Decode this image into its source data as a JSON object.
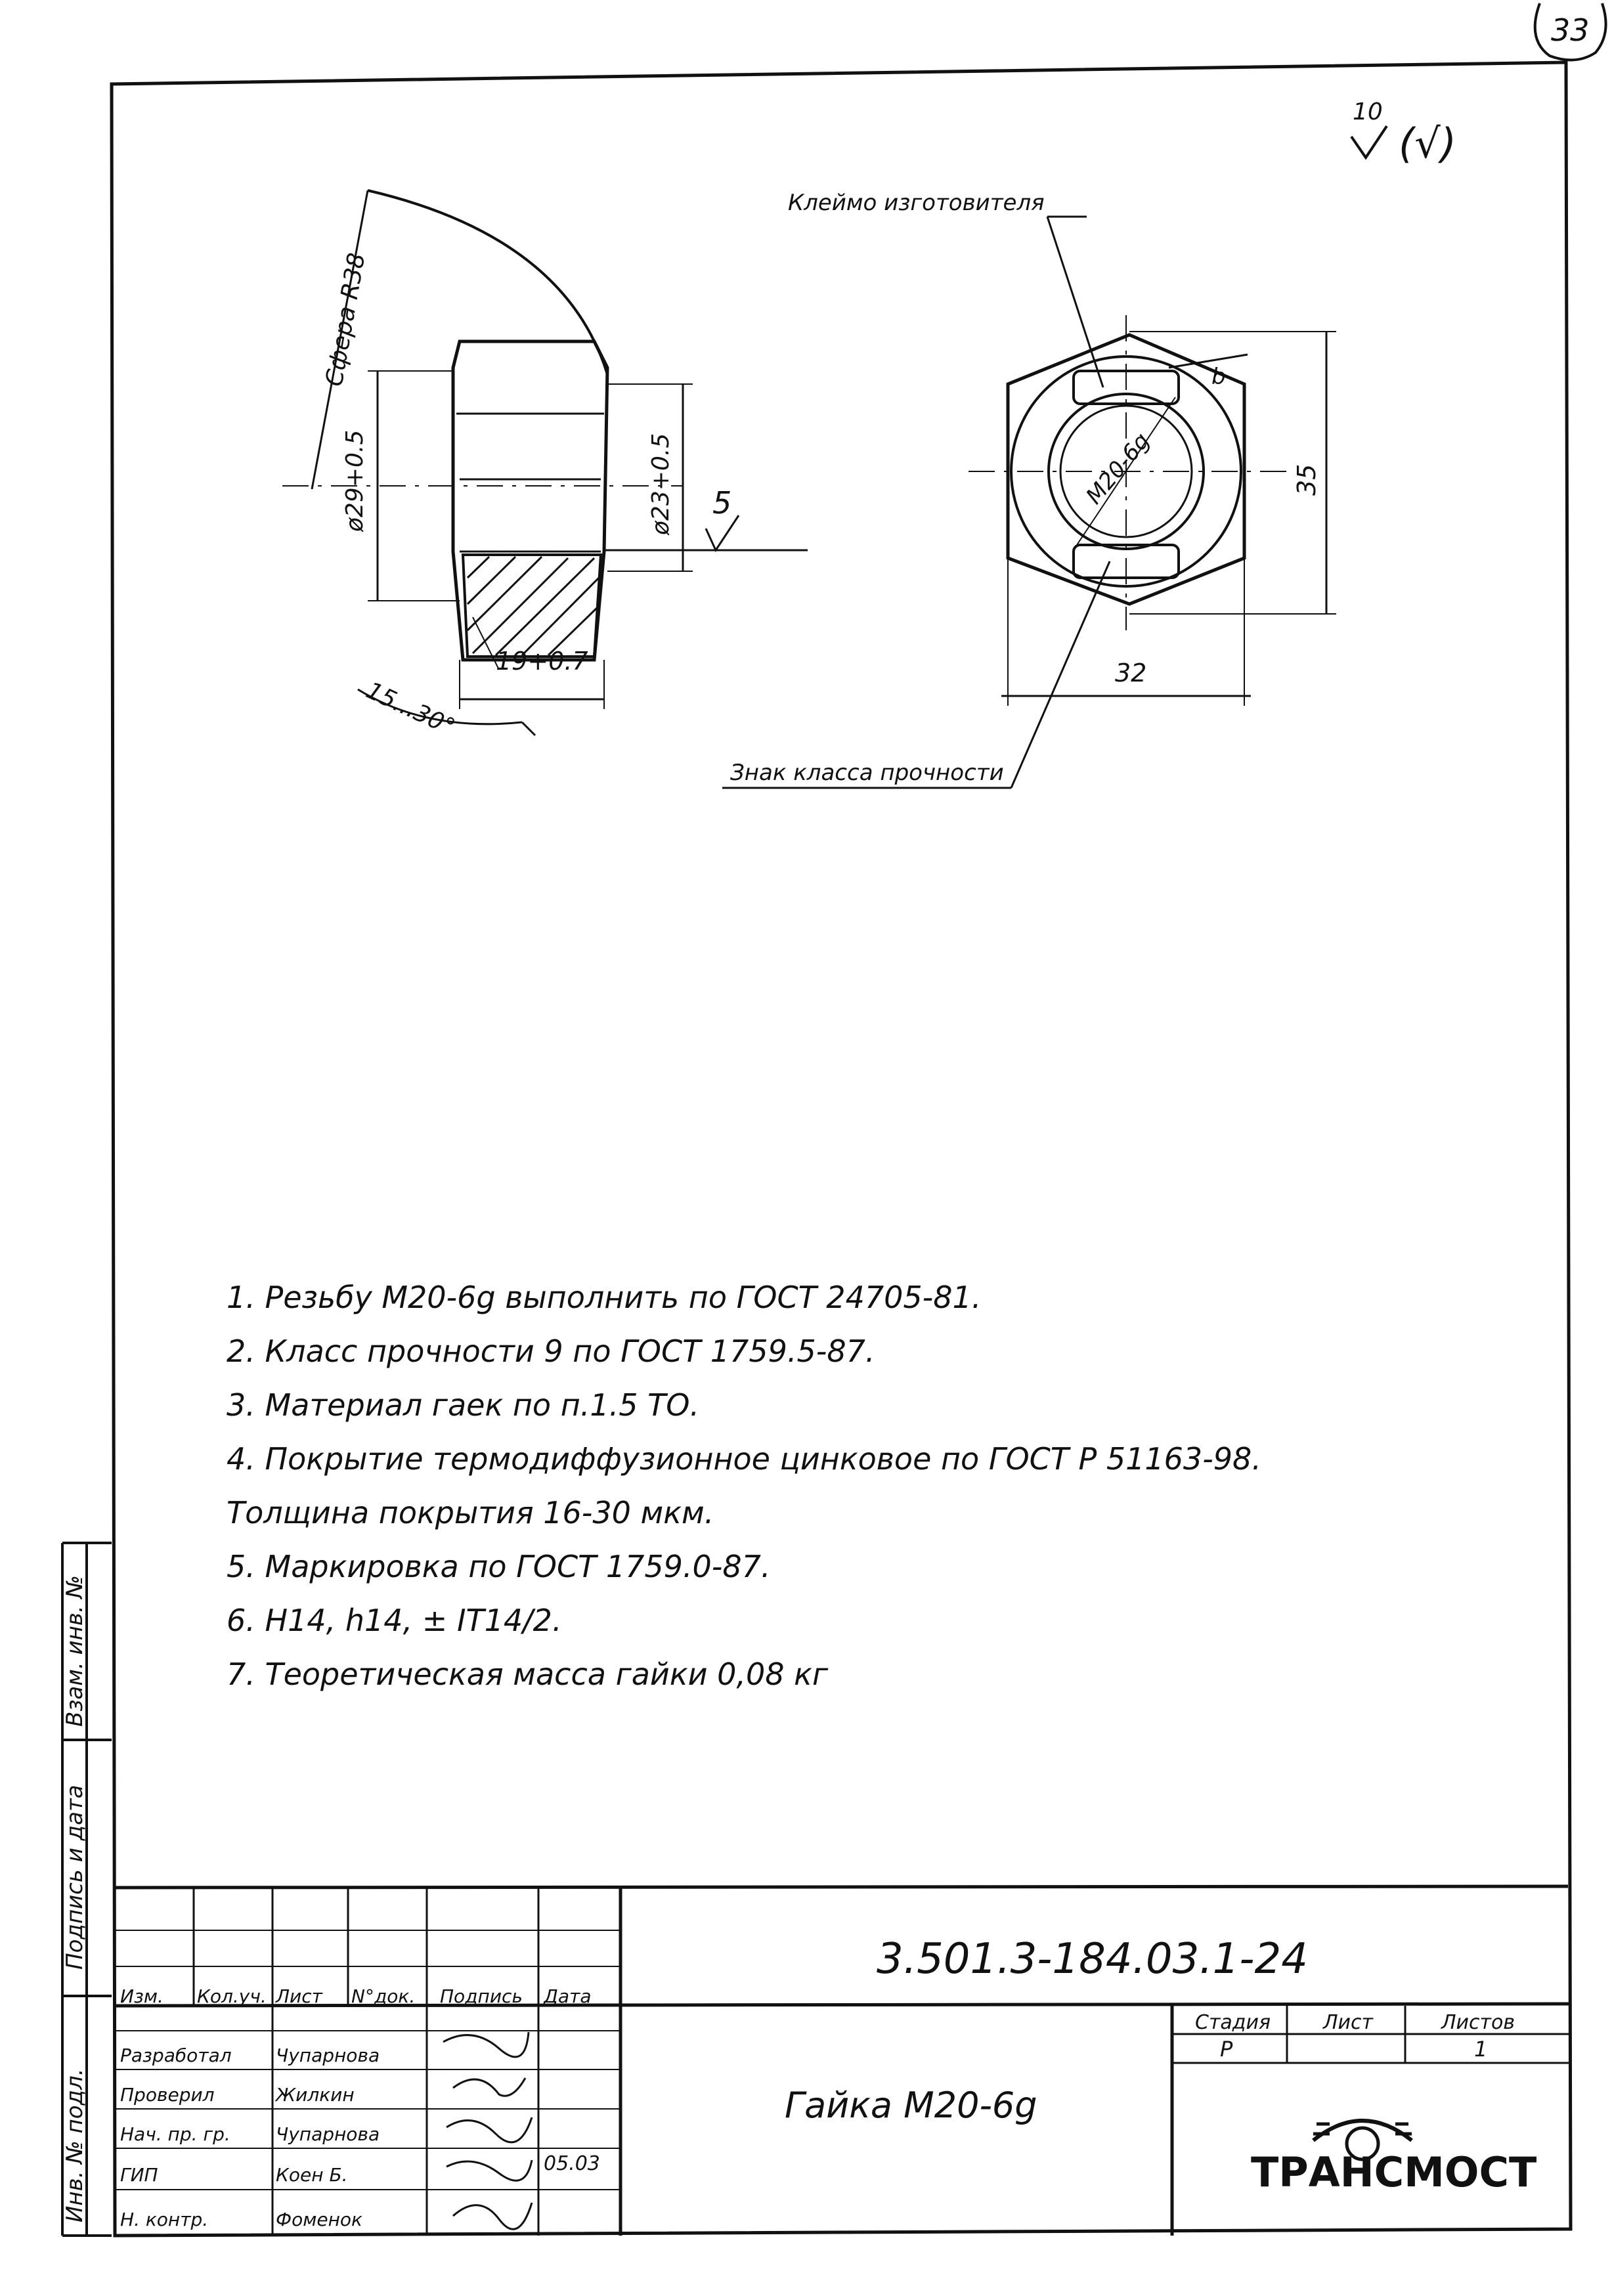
{
  "sheet_number": "33",
  "roughness": {
    "value": "10",
    "extra": "(√)"
  },
  "drawing": {
    "side_view": {
      "sphere_label": "Сфера R38",
      "dim_outer_diameter": "ø29+0.5",
      "dim_inner_diameter": "ø23+0.5",
      "dim_height": "19+0.7",
      "dim_chamfer_angle": "15...30°",
      "roughness_local": "5"
    },
    "top_view": {
      "manufacturer_mark": "Клеймо изготовителя",
      "strength_class_mark": "Знак класса прочности",
      "thread_label": "M20-6g",
      "dim_across_flats": "32",
      "dim_across_corners": "35",
      "dim_b": "b"
    }
  },
  "notes": [
    "1. Резьбу М20-6g выполнить по ГОСТ 24705-81.",
    "2. Класс прочности 9 по ГОСТ 1759.5-87.",
    "3. Материал гаек по п.1.5 ТО.",
    "4. Покрытие термодиффузионное цинковое по ГОСТ Р 51163-98.",
    "Толщина покрытия 16-30 мкм.",
    "5. Маркировка по ГОСТ 1759.0-87.",
    "6. Н14, h14, ± IT14/2.",
    "7. Теоретическая масса гайки 0,08 кг"
  ],
  "side_stamp": {
    "inv_no_podl": "Инв. № подл.",
    "podpis_data": "Подпись и дата",
    "vzam_inv": "Взам. инв. №"
  },
  "title_block": {
    "designation": "3.501.3-184.03.1-24",
    "headers": {
      "izm": "Изм.",
      "kol_uch": "Кол.уч.",
      "list": "Лист",
      "n_dok": "N°док.",
      "podpis": "Подпись",
      "data": "Дата"
    },
    "roles": [
      {
        "role": "Разработал",
        "name": "Чупарнова"
      },
      {
        "role": "Проверил",
        "name": "Жилкин"
      },
      {
        "role": "Нач. пр. гр.",
        "name": "Чупарнова"
      },
      {
        "role": "ГИП",
        "name": "Коен Б."
      },
      {
        "role": "Н. контр.",
        "name": "Фоменок"
      }
    ],
    "date": "05.03",
    "item_name": "Гайка М20-6g",
    "stage_header": "Стадия",
    "sheet_header": "Лист",
    "sheets_header": "Листов",
    "stage": "Р",
    "sheet": "",
    "sheets": "1",
    "company": "ТРАНСМОСТ"
  }
}
